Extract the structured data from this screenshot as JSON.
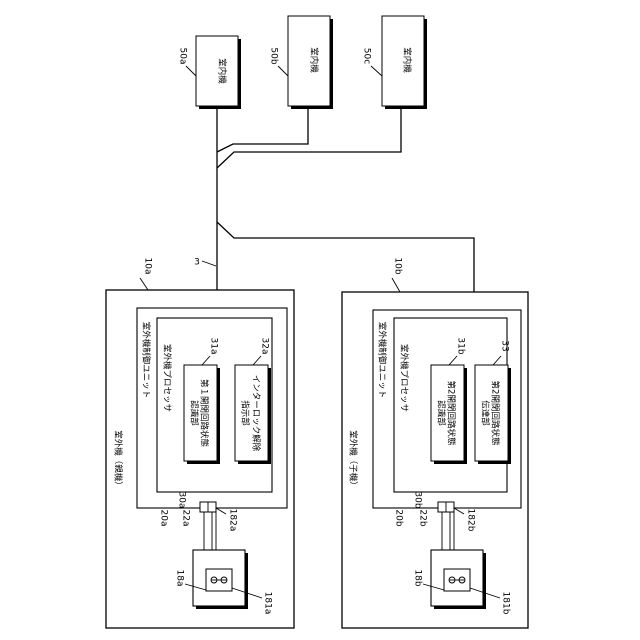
{
  "indoor_units": [
    {
      "label": "室内機",
      "ref": "50a"
    },
    {
      "label": "室内機",
      "ref": "50b"
    },
    {
      "label": "室内機",
      "ref": "50c"
    }
  ],
  "line_ref": "3",
  "outdoor_units": [
    {
      "ref": "10a",
      "label": "室外機（親機）",
      "control_unit": {
        "ref": "20a",
        "label": "室外機制御ユニット"
      },
      "processor": {
        "ref": "30a",
        "label": "室外機プロセッサ"
      },
      "blocks": [
        {
          "ref": "31a",
          "label_lines": [
            "第１開閉回路状態",
            "認識部"
          ]
        },
        {
          "ref": "32a",
          "label_lines": [
            "インターロック解除",
            "指示部"
          ]
        }
      ],
      "connector_ref": "22a",
      "connector_ref2": "182a",
      "switch_ref": "18a",
      "switch_ref2": "181a"
    },
    {
      "ref": "10b",
      "label": "室外機（子機）",
      "control_unit": {
        "ref": "20b",
        "label": "室外機制御ユニット"
      },
      "processor": {
        "ref": "30b",
        "label": "室外機プロセッサ"
      },
      "blocks": [
        {
          "ref": "31b",
          "label_lines": [
            "第2開閉回路状態",
            "認識部"
          ]
        },
        {
          "ref": "33",
          "label_lines": [
            "第2開閉回路状態",
            "伝達部"
          ]
        }
      ],
      "connector_ref": "22b",
      "connector_ref2": "182b",
      "switch_ref": "18b",
      "switch_ref2": "181b"
    }
  ]
}
